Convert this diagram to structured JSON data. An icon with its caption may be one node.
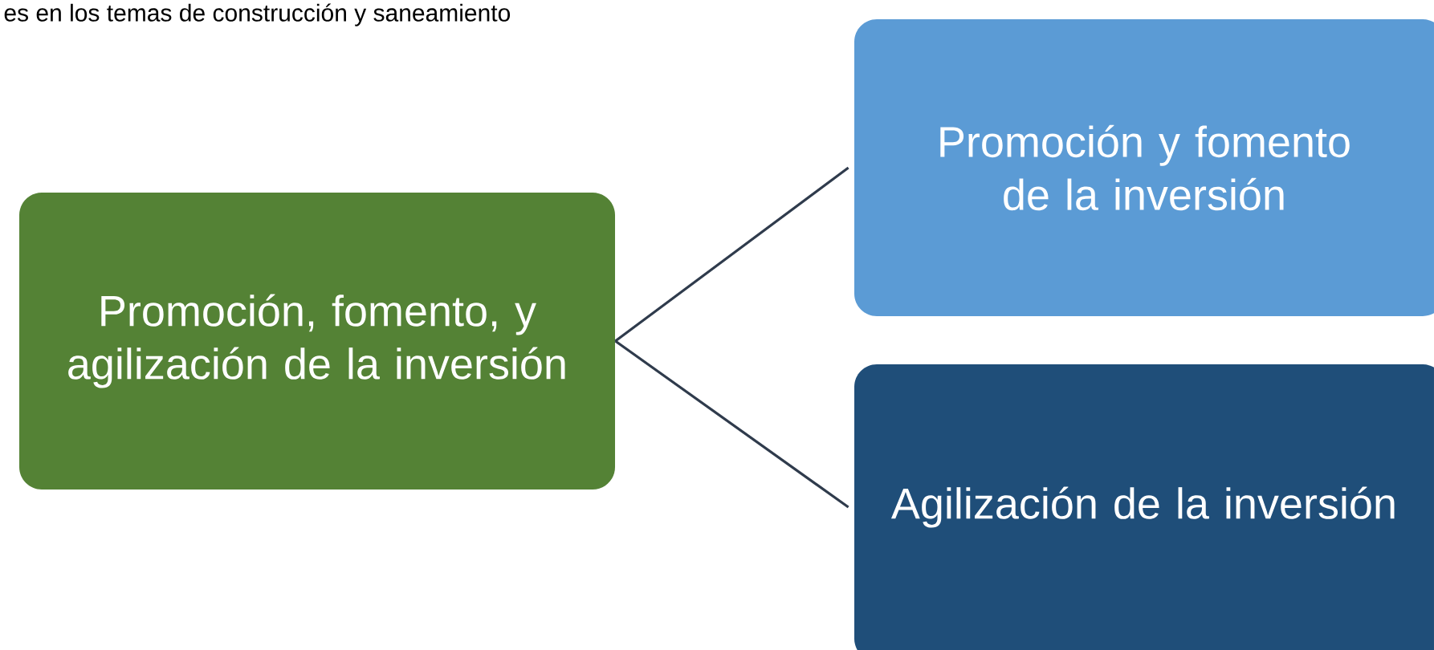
{
  "diagram": {
    "nodes": [
      {
        "text": [
          "Promoción, fomento, y agilización de la inversión"
        ]
      },
      {
        "text": [
          "Promoción y fomento de la inversión"
        ]
      },
      {
        "text": [
          "Agilización de la inversión"
        ]
      }
    ],
    "edges": [
      {
        "from": 0,
        "to": 1,
        "arrow": "none"
      },
      {
        "from": 0,
        "to": 2,
        "arrow": "none"
      }
    ],
    "labels": [
      "es en los temas de construcción y saneamiento"
    ]
  }
}
